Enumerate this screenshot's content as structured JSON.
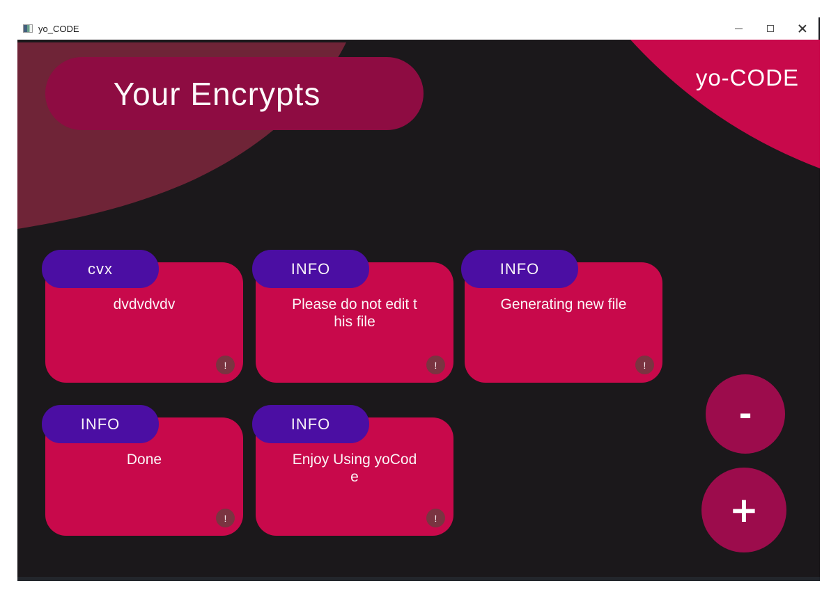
{
  "window": {
    "title": "yo_CODE",
    "controls": {
      "minimize_icon": "minimize-icon",
      "maximize_icon": "maximize-icon",
      "close_icon": "close-icon"
    }
  },
  "header": {
    "title": "Your Encrypts",
    "brand": "yo-CODE"
  },
  "cards": [
    {
      "tag": "cvx",
      "message": "dvdvdvdv",
      "badge": "!"
    },
    {
      "tag": "INFO",
      "message": "Please do not edit t\nhis file",
      "badge": "!"
    },
    {
      "tag": "INFO",
      "message": "Generating new file",
      "badge": "!"
    },
    {
      "tag": "INFO",
      "message": "Done",
      "badge": "!"
    },
    {
      "tag": "INFO",
      "message": "Enjoy Using yoCod\ne",
      "badge": "!"
    }
  ],
  "actions": {
    "remove_label": "-",
    "add_label": "+"
  },
  "colors": {
    "crimson": "#C8094B",
    "purple": "#4B0EA3",
    "pill_maroon": "#8E0C42",
    "blob_maroon": "#6F2437",
    "button_magenta": "#9C0C4C",
    "badge_brown": "#7A3441",
    "background_dark": "#1B181B"
  }
}
